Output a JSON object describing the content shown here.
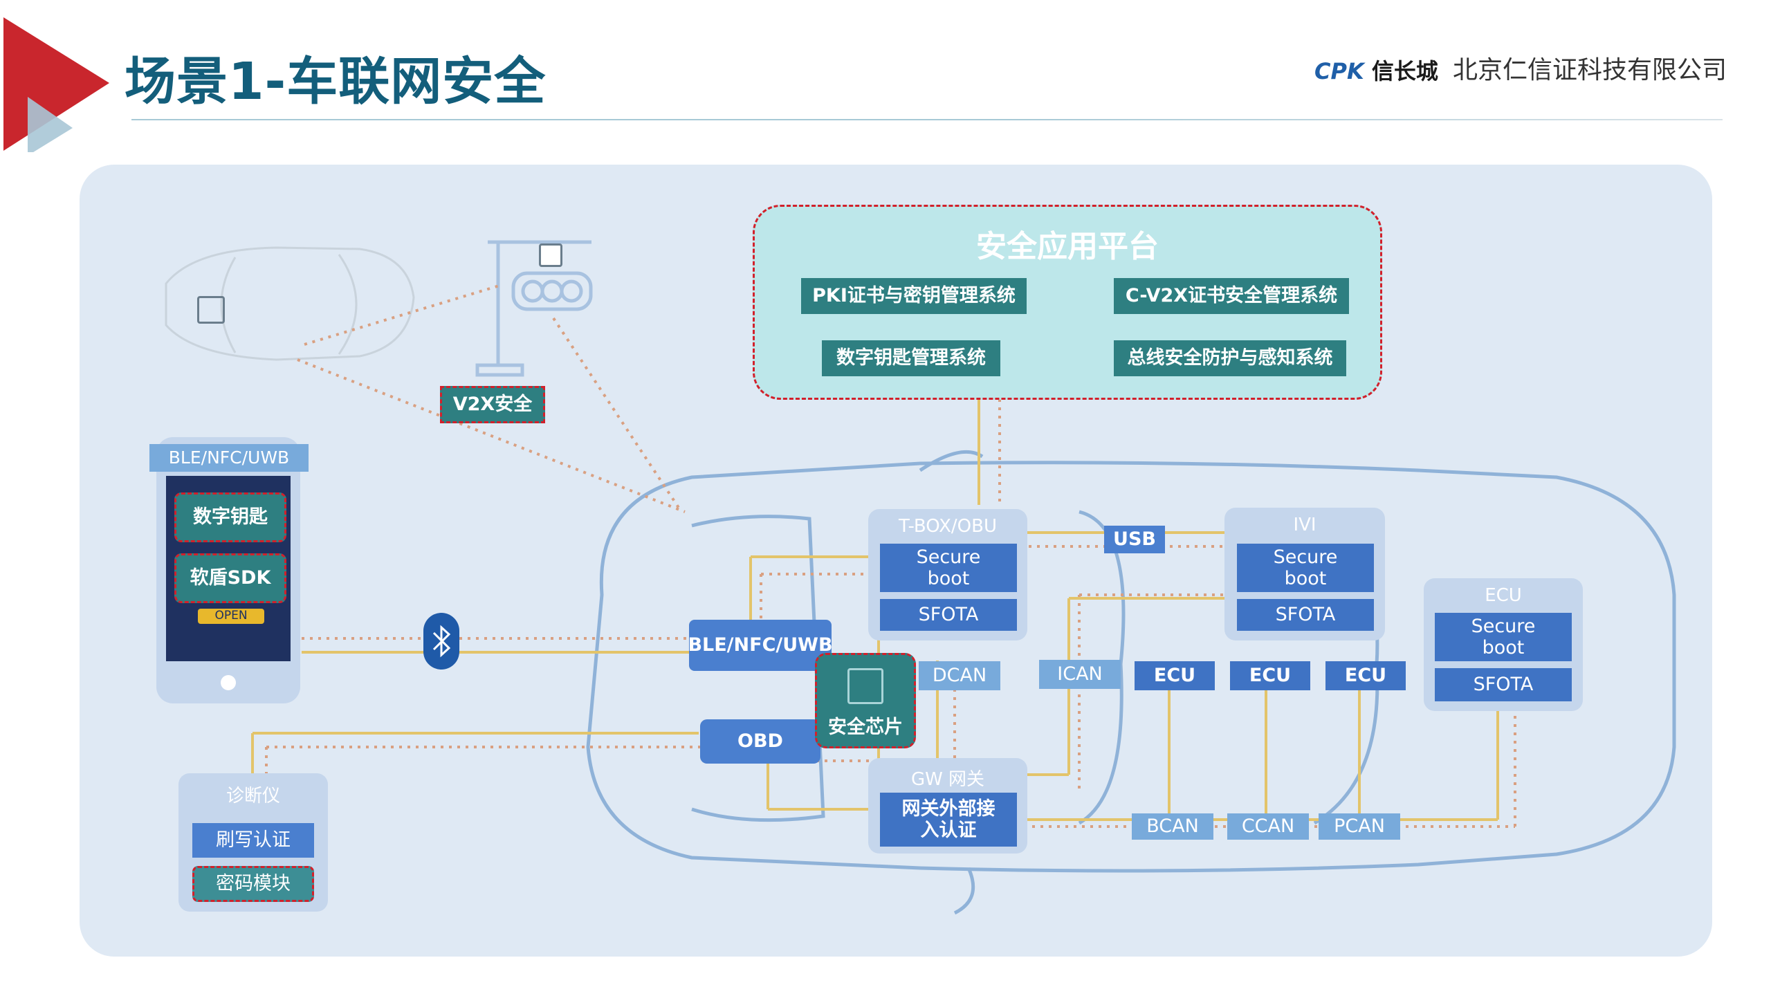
{
  "header": {
    "title": "场景1-车联网安全",
    "logo_text": "CPK",
    "logo_cn": "信长城",
    "company": "北京仁信证科技有限公司"
  },
  "platform": {
    "title": "安全应用平台",
    "items": [
      "PKI证书与密钥管理系统",
      "C-V2X证书安全管理系统",
      "数字钥匙管理系统",
      "总线安全防护与感知系统"
    ]
  },
  "v2x": {
    "label": "V2X安全"
  },
  "phone": {
    "label": "BLE/NFC/UWB",
    "digital_key": "数字钥匙",
    "sdk": "软盾SDK",
    "open": "OPEN"
  },
  "diagnostic": {
    "label": "诊断仪",
    "flash_auth": "刷写认证",
    "crypto": "密码模块"
  },
  "tbox": {
    "label": "T-BOX/OBU",
    "secure_boot": "Secure boot",
    "sfota": "SFOTA"
  },
  "ivi": {
    "label": "IVI",
    "secure_boot": "Secure boot",
    "sfota": "SFOTA"
  },
  "ecu_group": {
    "label": "ECU",
    "secure_boot": "Secure boot",
    "sfota": "SFOTA"
  },
  "usb": "USB",
  "ble_module": "BLE/NFC/UWB",
  "obd": "OBD",
  "chip": "安全芯片",
  "dcan": "DCAN",
  "ican": "ICAN",
  "ecus": [
    "ECU",
    "ECU",
    "ECU"
  ],
  "gateway": {
    "label": "GW 网关",
    "auth": "网关外部接入认证"
  },
  "buses": [
    "BCAN",
    "CCAN",
    "PCAN"
  ],
  "colors": {
    "title": "#135e7b",
    "panel": "#dfe9f4",
    "module_blue": "#4a7fcf",
    "teal": "#2e7f81",
    "wire": "#e3c46a",
    "dash_red": "#d2202b"
  },
  "icons": [
    "red-triangle-logo",
    "car-outline-icon",
    "chip-icon",
    "traffic-light-icon",
    "bluetooth-icon",
    "car-topview-icon"
  ]
}
